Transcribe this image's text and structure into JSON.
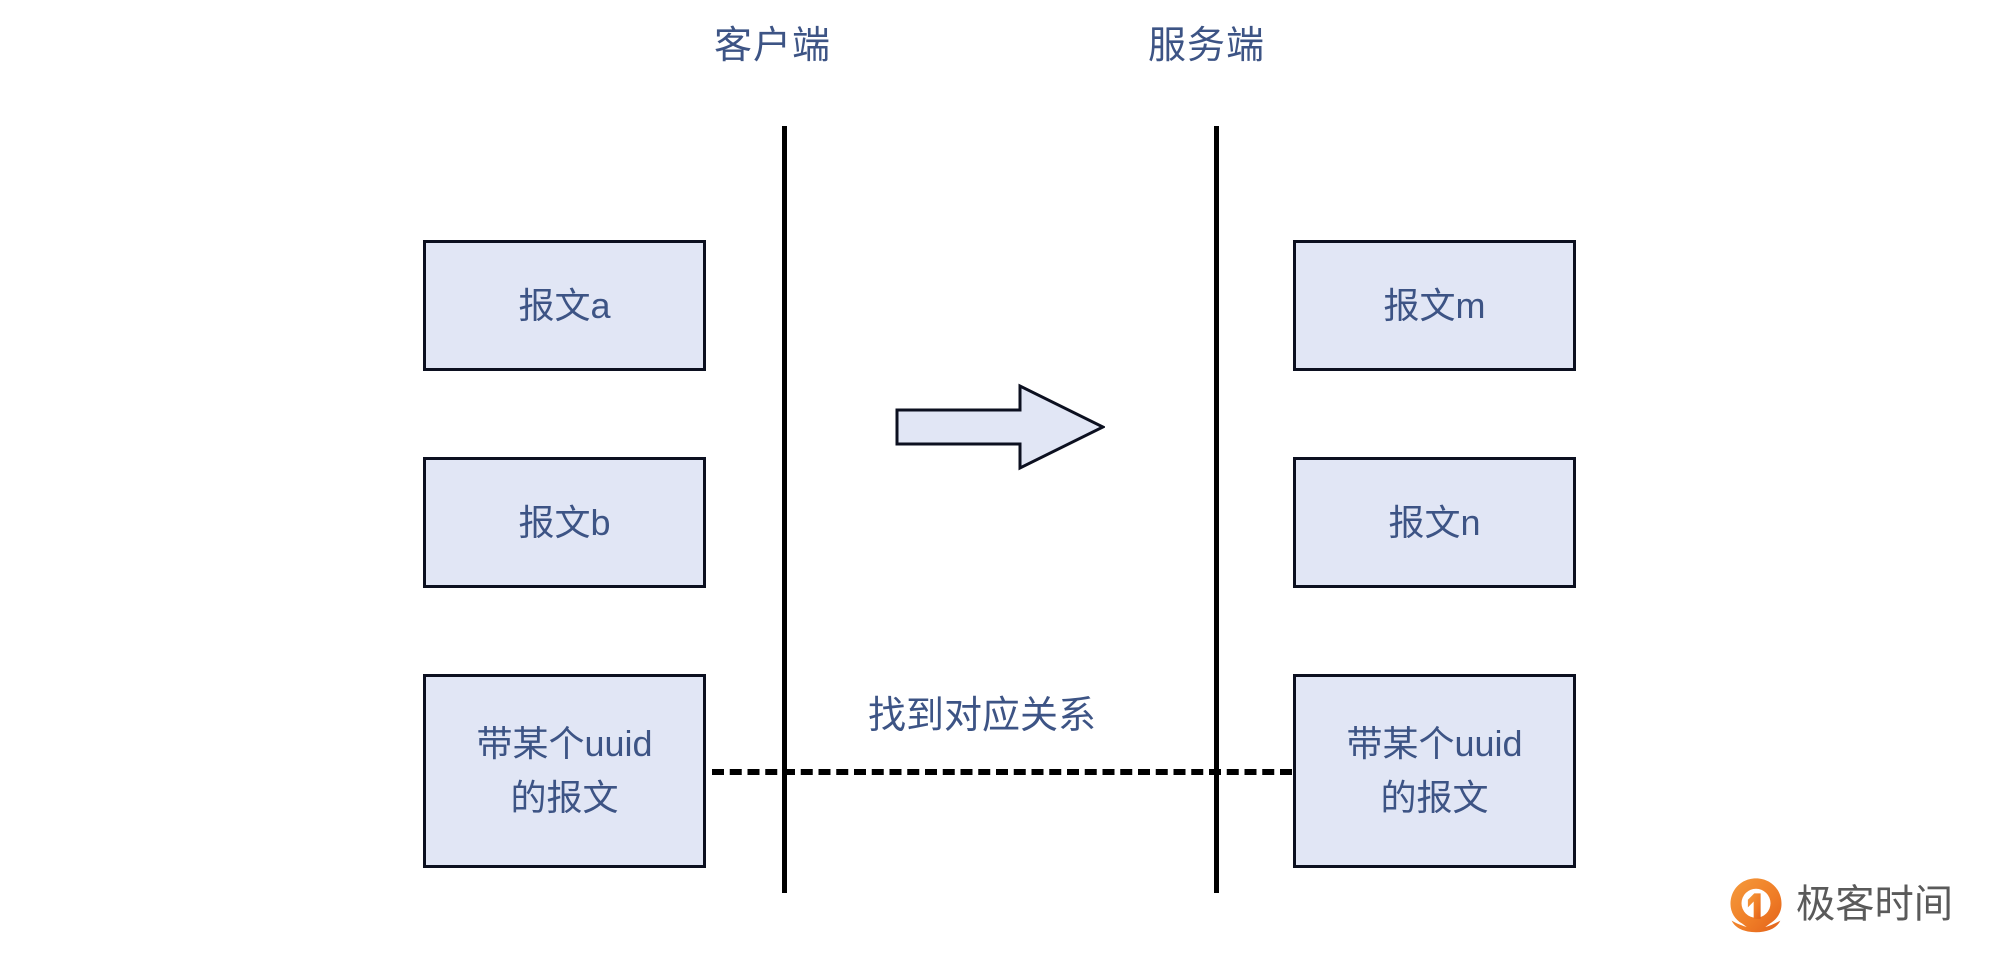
{
  "diagram": {
    "columns": {
      "client_label": "客户端",
      "server_label": "服务端"
    },
    "client_messages": [
      {
        "label": "报文a"
      },
      {
        "label": "报文b"
      },
      {
        "label_line1": "带某个uuid",
        "label_line2": "的报文"
      }
    ],
    "server_messages": [
      {
        "label": "报文m"
      },
      {
        "label": "报文n"
      },
      {
        "label_line1": "带某个uuid",
        "label_line2": "的报文"
      }
    ],
    "flow": {
      "arrow_name": "right-arrow",
      "match_label": "找到对应关系"
    },
    "colors": {
      "box_fill": "#e1e6f5",
      "box_border": "#0c1020",
      "text": "#3d5485",
      "line": "#000000",
      "brand_orange": "#f07a28",
      "brand_gray": "#5a5a5a"
    }
  },
  "branding": {
    "name": "极客时间",
    "mark_name": "geektime-logo-icon"
  }
}
